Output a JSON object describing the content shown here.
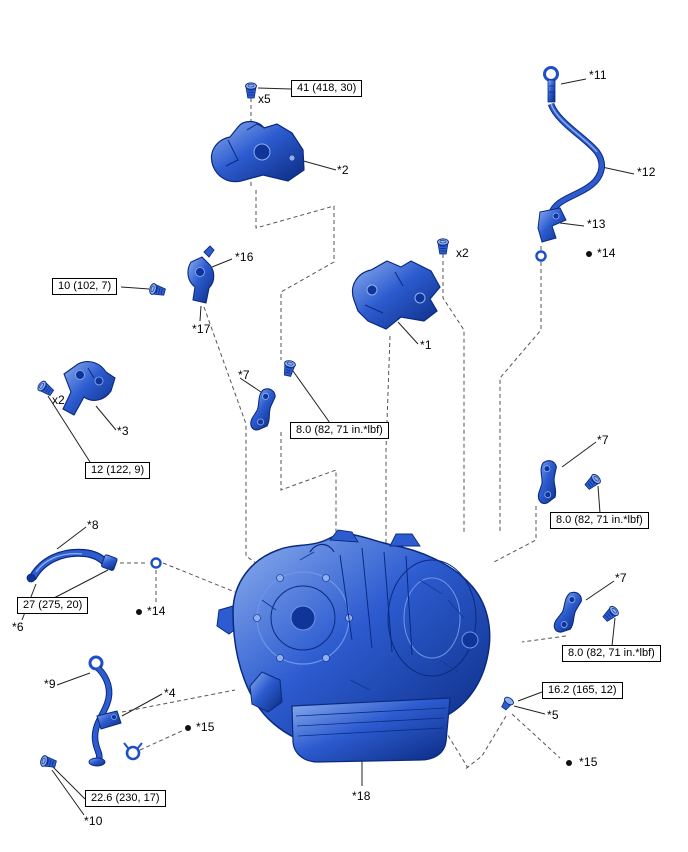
{
  "figure": {
    "description": "Automatic transaxle unit exploded parts diagram with torque specifications"
  },
  "colors": {
    "part_blue": "#1d50c8",
    "part_blue_dark": "#0a2a80",
    "part_blue_light": "#8fb0ee",
    "leader_line": "#222222",
    "dashed_line": "#555555",
    "background": "#ffffff"
  },
  "callouts": {
    "c1": "*1",
    "c2": "*2",
    "c3": "*3",
    "c4": "*4",
    "c5": "*5",
    "c6": "*6",
    "c7a": "*7",
    "c7b": "*7",
    "c7c": "*7",
    "c8": "*8",
    "c9": "*9",
    "c10": "*10",
    "c11": "*11",
    "c12": "*12",
    "c13": "*13",
    "c14a": "*14",
    "c14b": "*14",
    "c15a": "*15",
    "c15b": "*15",
    "c16": "*16",
    "c17": "*17",
    "c18": "*18"
  },
  "torque_specs": {
    "t41": "41 (418, 30)",
    "t10": "10 (102, 7)",
    "t12": "12 (122, 9)",
    "t8a": "8.0 (82, 71 in.*lbf)",
    "t8b": "8.0 (82, 71 in.*lbf)",
    "t8c": "8.0 (82, 71 in.*lbf)",
    "t27": "27 (275, 20)",
    "t16_2": "16.2 (165, 12)",
    "t22_6": "22.6 (230, 17)"
  },
  "fastener_counts": {
    "top": "x5",
    "center": "x2",
    "left": "x2"
  }
}
